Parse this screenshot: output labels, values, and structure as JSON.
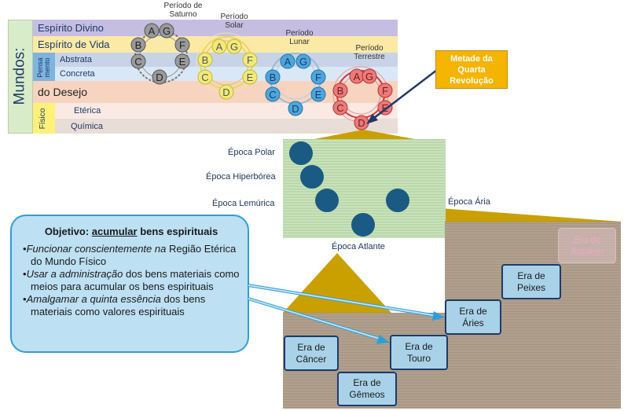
{
  "worlds": {
    "title": "Mundos:",
    "divine": "Espírito Divino",
    "life": "Espírito de Vida",
    "thought_group": "Pensa mento",
    "abstract": "Abstrata",
    "concrete": "Concreta",
    "desire": "do Desejo",
    "physical_group": "Físico",
    "etheric": "Etérica",
    "chemical": "Química"
  },
  "periods": {
    "saturn": "Período de Saturno",
    "sun": "Período Solar",
    "moon": "Período Lunar",
    "earth": "Período Terrestre"
  },
  "globe_letters": [
    "A",
    "B",
    "C",
    "D",
    "E",
    "F",
    "G"
  ],
  "callout_revolution": "Metade da Quarta Revolução",
  "epochs": {
    "polar": "Época Polar",
    "hyperborean": "Época Hiperbórea",
    "lemurian": "Época Lemúrica",
    "atlantean": "Época Atlante",
    "aryan": "Época Ária"
  },
  "objective": {
    "title_prefix": "Objetivo: ",
    "title_key": "acumular",
    "title_suffix": " bens espirituais",
    "item1_em": "Funcionar conscientemente na",
    "item1_rest": " Região Etérica do Mundo Físico",
    "item2_em": "Usar a administração",
    "item2_rest": " dos bens materiais como meios para acumular os bens espirituais",
    "item3_em": "Amalgamar a quinta essência",
    "item3_rest": " dos bens materiais como valores espirituais",
    "bullet": "•"
  },
  "eras": {
    "cancer": [
      "Era de",
      "Câncer"
    ],
    "gemini": [
      "Era de",
      "Gêmeos"
    ],
    "taurus": [
      "Era de",
      "Touro"
    ],
    "aries": [
      "Era de",
      "Áries"
    ],
    "pisces": [
      "Era de",
      "Peixes"
    ],
    "aquarius": [
      "Era de",
      "Aquário"
    ]
  },
  "colors": {
    "navy": "#1f3a68",
    "callout_orange": "#f5b400",
    "gold": "#c9a000",
    "teal_dot": "#1b5a82",
    "era_fill": "#a9d2e8",
    "box_fill": "#bde0f3"
  }
}
